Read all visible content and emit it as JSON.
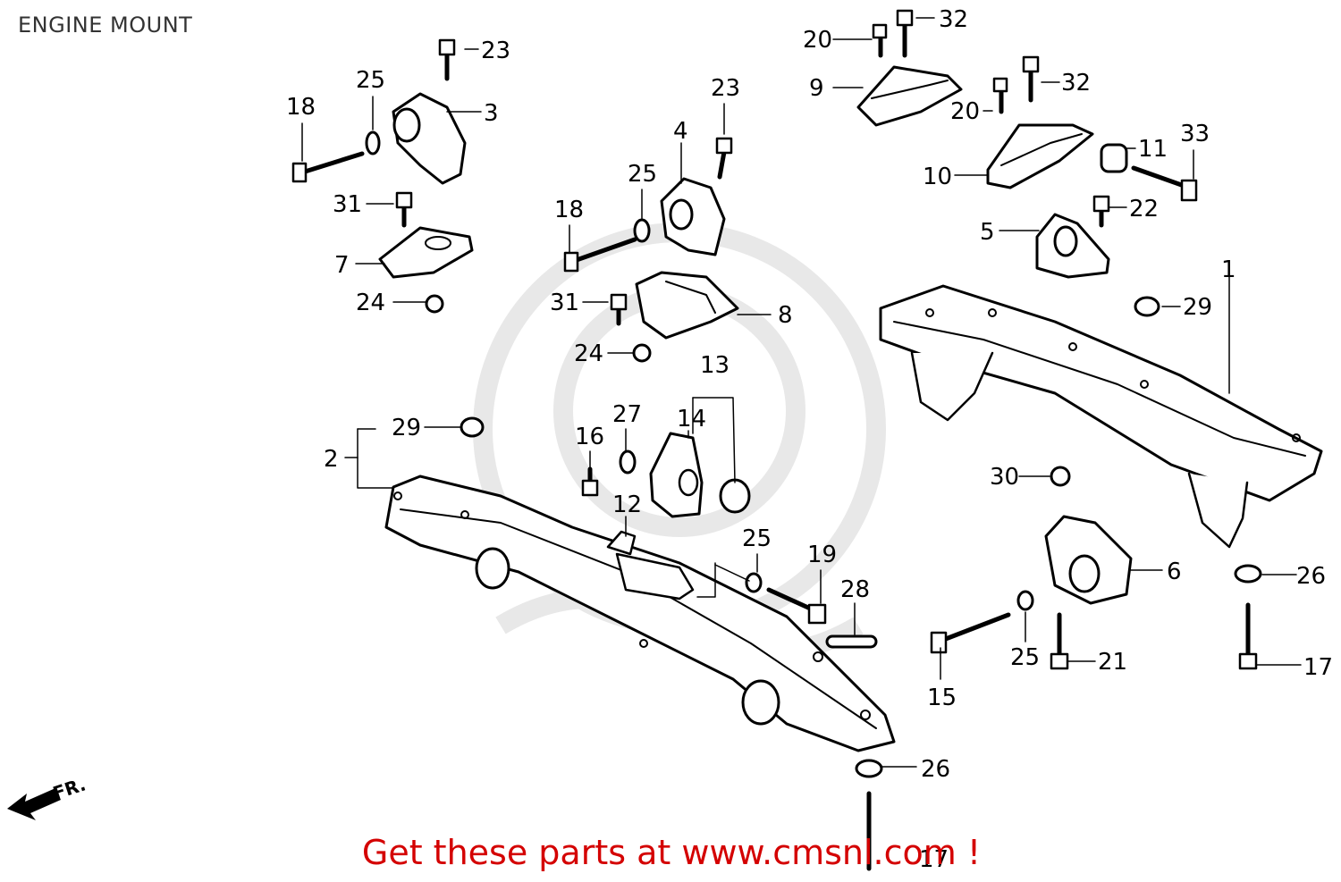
{
  "page": {
    "title": "ENGINE MOUNT"
  },
  "banner": {
    "text": "Get these parts at www.cmsnl.com !"
  },
  "front_marker": {
    "label": "FR."
  },
  "callouts": [
    "1",
    "2",
    "3",
    "4",
    "5",
    "6",
    "7",
    "8",
    "9",
    "10",
    "11",
    "12",
    "13",
    "14",
    "15",
    "16",
    "17",
    "17",
    "18",
    "18",
    "19",
    "20",
    "20",
    "21",
    "22",
    "23",
    "23",
    "24",
    "24",
    "25",
    "25",
    "25",
    "25",
    "26",
    "26",
    "27",
    "28",
    "29",
    "29",
    "30",
    "31",
    "31",
    "32",
    "32",
    "33"
  ],
  "colors": {
    "line": "#000000",
    "banner": "#d40000",
    "watermark": "#e6e6e6",
    "title": "#333333"
  }
}
